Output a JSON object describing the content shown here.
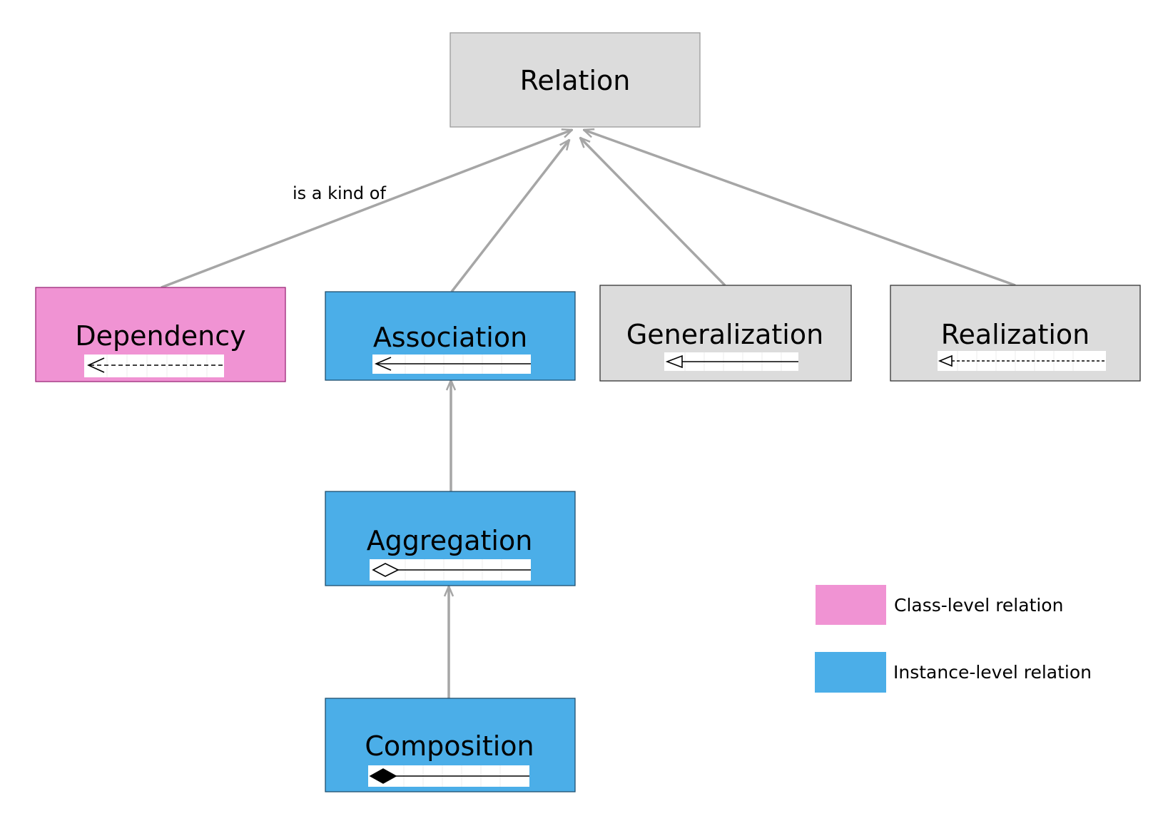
{
  "colors": {
    "class_level": "#f093d3",
    "instance_level": "#4baee8",
    "neutral": "#dcdcdc",
    "edge": "#a6a6a6",
    "border": "#333333"
  },
  "nodes": {
    "relation": {
      "label": "Relation",
      "fill": "neutral"
    },
    "dependency": {
      "label": "Dependency",
      "fill": "class_level",
      "notation": "dashed-open-arrow"
    },
    "association": {
      "label": "Association",
      "fill": "instance_level",
      "notation": "solid-open-arrow"
    },
    "generalization": {
      "label": "Generalization",
      "fill": "neutral",
      "notation": "solid-hollow-triangle"
    },
    "realization": {
      "label": "Realization",
      "fill": "neutral",
      "notation": "dashed-hollow-triangle"
    },
    "aggregation": {
      "label": "Aggregation",
      "fill": "instance_level",
      "notation": "hollow-diamond"
    },
    "composition": {
      "label": "Composition",
      "fill": "instance_level",
      "notation": "filled-diamond"
    }
  },
  "edges": [
    {
      "from": "dependency",
      "to": "relation",
      "label": "is a kind of"
    },
    {
      "from": "association",
      "to": "relation",
      "label": ""
    },
    {
      "from": "generalization",
      "to": "relation",
      "label": ""
    },
    {
      "from": "realization",
      "to": "relation",
      "label": ""
    },
    {
      "from": "aggregation",
      "to": "association",
      "label": ""
    },
    {
      "from": "composition",
      "to": "aggregation",
      "label": ""
    }
  ],
  "legend": {
    "items": [
      {
        "label": "Class-level relation",
        "fill": "class_level"
      },
      {
        "label": "Instance-level relation",
        "fill": "instance_level"
      }
    ]
  }
}
